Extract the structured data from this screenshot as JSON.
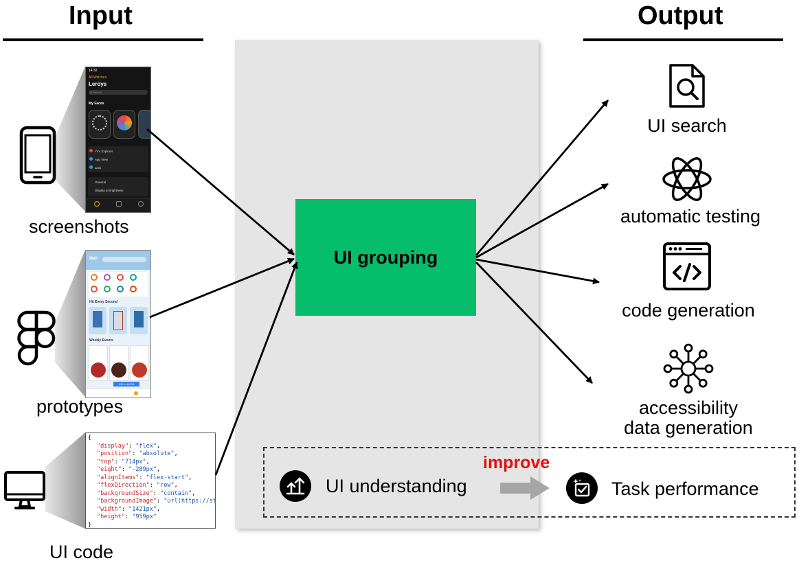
{
  "input": {
    "title": "Input",
    "items": [
      {
        "label": "screenshots",
        "icon": "smartphone-icon"
      },
      {
        "label": "prototypes",
        "icon": "figma-icon"
      },
      {
        "label": "UI code",
        "icon": "monitor-icon"
      }
    ]
  },
  "output": {
    "title": "Output",
    "items": [
      {
        "label": "UI search",
        "icon": "document-search-icon"
      },
      {
        "label": "automatic testing",
        "icon": "atom-icon"
      },
      {
        "label": "code generation",
        "icon": "code-window-icon"
      },
      {
        "label": "accessibility",
        "label2": "data generation",
        "icon": "network-hub-icon"
      }
    ]
  },
  "center": {
    "label": "UI grouping"
  },
  "bottom": {
    "left_label": "UI understanding",
    "arrow_label": "improve",
    "right_label": "Task performance"
  },
  "thumbnails": {
    "screenshot": {
      "time": "14:32",
      "back": "All Watches",
      "title": "Leroys",
      "search": "Q Search",
      "section": "My Faces",
      "list": [
        "Yu's Explorer",
        "App View",
        "Jack",
        "General",
        "Display & Brightness"
      ]
    },
    "prototype": {
      "header": "Mall",
      "section1": "Hit Every Second",
      "section2": "Weekly Events",
      "badge": "920 × 48 Fill"
    },
    "code": {
      "lines": [
        {
          "k": "\"display\"",
          "v": "\"flex\""
        },
        {
          "k": "\"position\"",
          "v": "\"absolute\""
        },
        {
          "k": "\"top\"",
          "v": "\"714px\""
        },
        {
          "k": "\"eight\"",
          "v": "\"-289px\""
        },
        {
          "k": "\"alignItems\"",
          "v": "\"flex-start\""
        },
        {
          "k": "\"flexDirection\"",
          "v": "\"row\""
        },
        {
          "k": "\"backgroundSize\"",
          "v": "\"contain\""
        },
        {
          "k": "\"backgroundImage\"",
          "v": "\"url(https://static"
        },
        {
          "k": "\"width\"",
          "v": "\"1421px\""
        },
        {
          "k": "\"height\"",
          "v": "\"959px\""
        }
      ]
    }
  }
}
